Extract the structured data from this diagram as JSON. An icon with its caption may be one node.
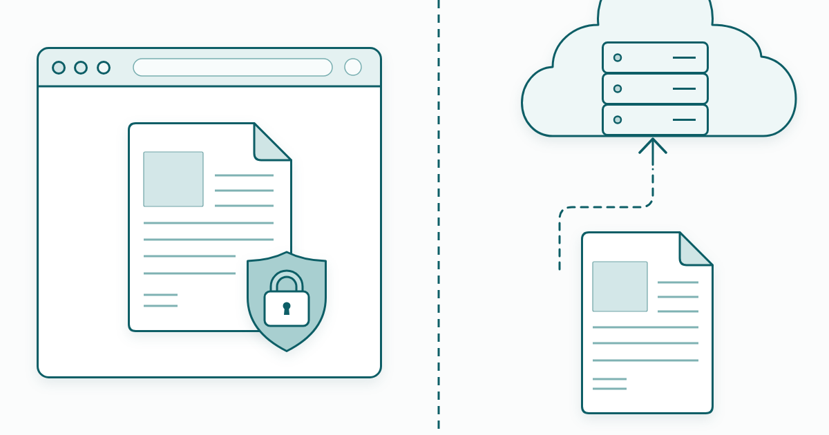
{
  "diagram": {
    "nodes": [
      {
        "text": [],
        "shape": "window"
      },
      {
        "text": [],
        "shape": "document",
        "in": 0
      },
      {
        "text": [],
        "shape": "shield",
        "in": 0
      },
      {
        "text": [],
        "shape": "cloud"
      },
      {
        "text": [],
        "shape": "server",
        "in": 3
      },
      {
        "text": [],
        "shape": "document"
      }
    ],
    "edges": [
      {
        "from": null,
        "to": 3,
        "arrow": "to",
        "style": "dashed"
      }
    ]
  }
}
